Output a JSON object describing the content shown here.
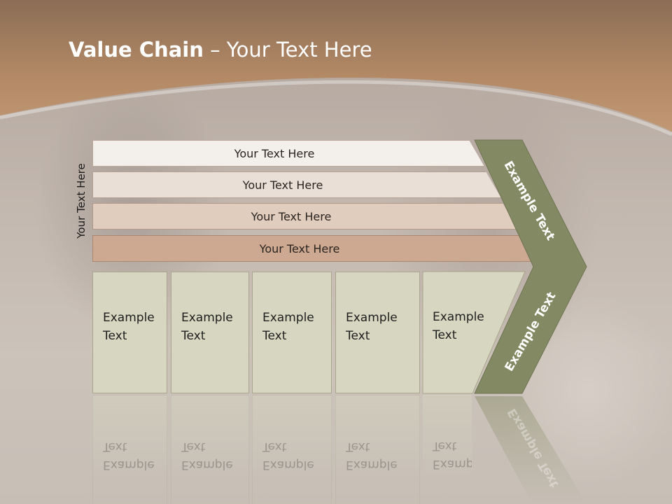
{
  "slide": {
    "title_bold": "Value Chain",
    "title_rest": " – Your Text Here",
    "side_label": "Your Text Here"
  },
  "bars": [
    {
      "label": "Your Text Here",
      "color": "#f3efea"
    },
    {
      "label": "Your Text Here",
      "color": "#eadfd6"
    },
    {
      "label": "Your Text Here",
      "color": "#e0cdbe"
    },
    {
      "label": "Your Text Here",
      "color": "#cda991"
    }
  ],
  "boxes": [
    {
      "line1": "Example",
      "line2": "Text"
    },
    {
      "line1": "Example",
      "line2": "Text"
    },
    {
      "line1": "Example",
      "line2": "Text"
    },
    {
      "line1": "Example",
      "line2": "Text"
    },
    {
      "line1": "Example",
      "line2": "Text"
    }
  ],
  "chevron": {
    "top_label": "Example Text",
    "bottom_label": "Example Text",
    "color": "#838963"
  },
  "colors": {
    "header": "#b58c67",
    "title_text": "#ffffff"
  }
}
